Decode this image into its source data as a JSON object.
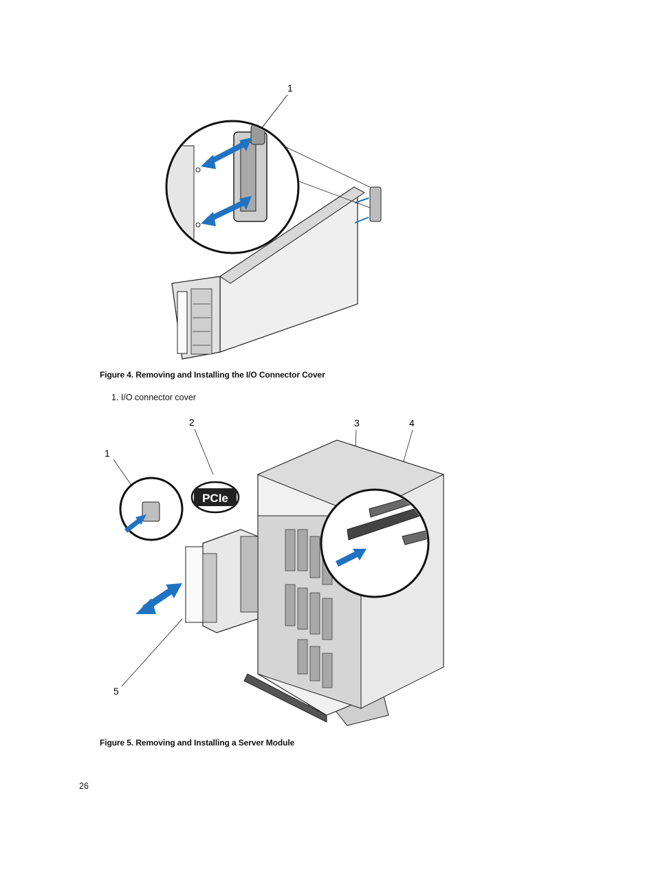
{
  "figure4": {
    "callout_1": "1",
    "caption": "Figure 4. Removing and Installing the I/O Connector Cover",
    "legend": [
      "1. I/O connector cover"
    ]
  },
  "figure5": {
    "callouts": [
      "1",
      "2",
      "3",
      "4",
      "5"
    ],
    "badge": "PCIe",
    "caption": "Figure 5. Removing and Installing a Server Module"
  },
  "page_number": "26",
  "colors": {
    "arrow_blue": "#1f73c2",
    "outline": "#222222",
    "panel_gray": "#dcdcdc"
  }
}
